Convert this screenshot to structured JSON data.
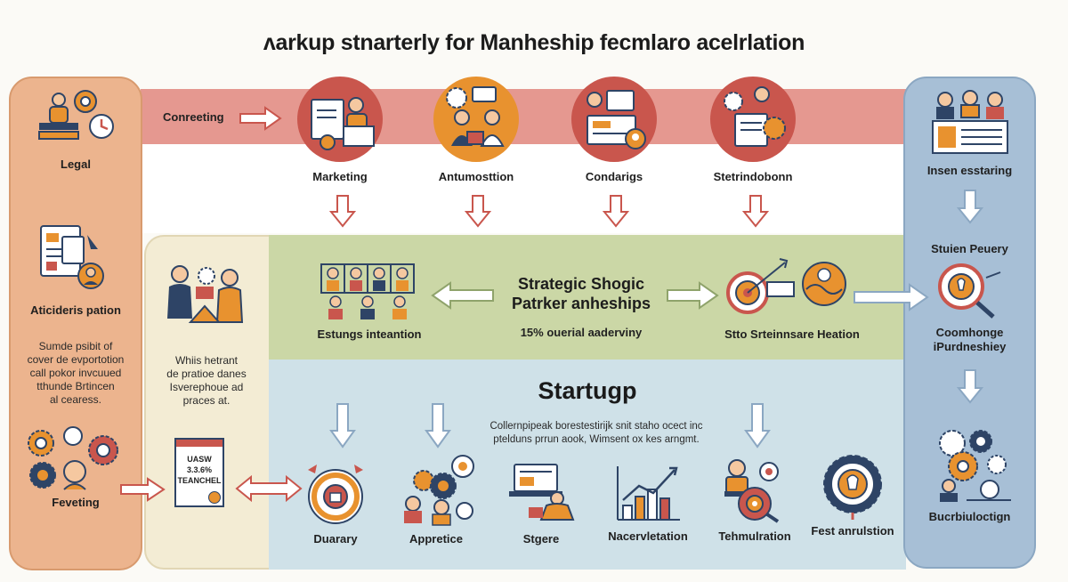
{
  "title": "ʌarkup stnarterly for Manheship fecmlaro acelrlation",
  "left_panel": {
    "legal": "Legal",
    "atici": "Aticideris pation",
    "desc": [
      "Sumde psibit of",
      "cover de evportotion",
      "call pokor invcuued",
      "tthunde Brtincen",
      "al cearess."
    ],
    "feveting": "Feveting"
  },
  "top_row": {
    "conreeting": "Conreeting",
    "items": [
      "Marketing",
      "Antumosttion",
      "Condarigs",
      "Stetrindobonn"
    ]
  },
  "right_panel": {
    "insen": "Insen esstaring",
    "stuien": "Stuien Peuery",
    "coomh": [
      "Coomhonge",
      "iPurdneshiey"
    ],
    "bucrb": "Bucrbiuloctign"
  },
  "middle": {
    "heading": [
      "Strategic Shogic",
      "Patrker anheships"
    ],
    "subtitle": "15% ouerial aaderviny",
    "left_label": "Estungs inteantion",
    "right_label": "Stto Srteinnsare Heation"
  },
  "cream": {
    "desc": [
      "Whiis hetrant",
      "de pratioe danes",
      "Isverephoue ad",
      "praces at."
    ],
    "cert": [
      "UASW",
      "3.3.6%",
      "TEANCHEL"
    ]
  },
  "startup": {
    "heading": "Startugp",
    "desc": [
      "Collernpipeak borestestirijk snit staho ocect inc",
      "ptelduns prrun aook, Wimsent ox kes arngmt."
    ],
    "items": [
      "Duarary",
      "Appretice",
      "Stgere",
      "Nacervletation",
      "Tehmulration",
      "Fest anrulstion"
    ]
  },
  "colors": {
    "red_band": "#e59890",
    "green_band": "#cbd7a6",
    "blue_band": "#cfe1e8",
    "left_panel": "#ecb48e",
    "right_panel": "#a7bfd6",
    "cream_panel": "#f3ecd4",
    "accent_orange": "#e8922f",
    "accent_red": "#c9564d",
    "accent_navy": "#2e4466"
  },
  "icons": [
    "people-gear-icon",
    "document-icon",
    "gears-icon",
    "meeting-icon",
    "presentation-icon",
    "certificate-icon",
    "chart-icon",
    "lightbulb-icon",
    "target-icon"
  ]
}
